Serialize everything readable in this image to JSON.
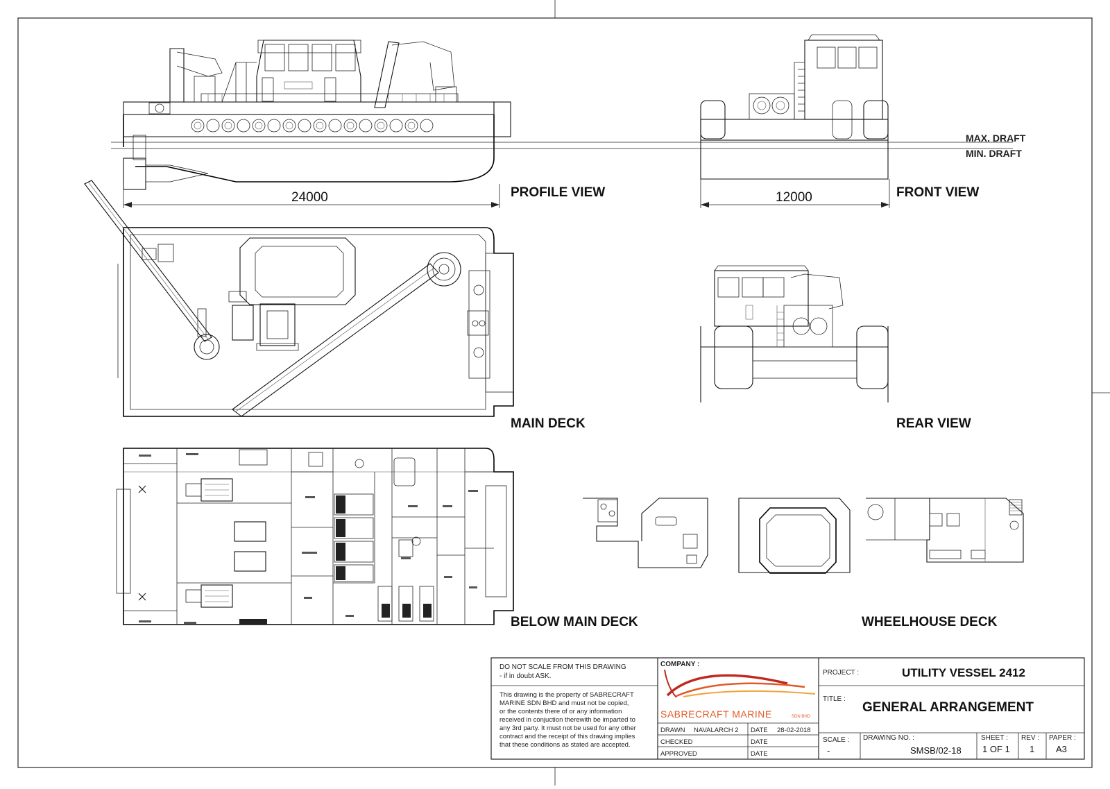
{
  "views": {
    "profile": "PROFILE VIEW",
    "front": "FRONT VIEW",
    "main_deck": "MAIN DECK",
    "rear": "REAR VIEW",
    "below_main_deck": "BELOW MAIN DECK",
    "wheelhouse_deck": "WHEELHOUSE DECK"
  },
  "dimensions": {
    "length": "24000",
    "beam": "12000"
  },
  "draft": {
    "max": "MAX. DRAFT",
    "min": "MIN. DRAFT"
  },
  "title_block": {
    "note_scale": "DO NOT SCALE FROM THIS DRAWING",
    "note_ask": "- if in doubt ASK.",
    "property_lines": [
      "This drawing is the property of SABRECRAFT",
      "MARINE SDN BHD and must not be copied,",
      "or the contents there of or any information",
      "received in conjuction therewith be imparted to",
      "any 3rd party. It must not be used for any other",
      "contract and the receipt of this drawing implies",
      "that these conditions as stated are accepted."
    ],
    "company_label": "COMPANY :",
    "company_name": "SABRECRAFT MARINE",
    "company_suffix": "SDN BHD",
    "drawn_label": "DRAWN",
    "drawn_by": "NAVALARCH 2",
    "checked_label": "CHECKED",
    "approved_label": "APPROVED",
    "date_label": "DATE",
    "drawn_date": "28-02-2018",
    "project_label": "PROJECT :",
    "project": "UTILITY VESSEL 2412",
    "title_label": "TITLE :",
    "title": "GENERAL ARRANGEMENT",
    "scale_label": "SCALE :",
    "scale": "-",
    "drawing_no_label": "DRAWING NO. :",
    "drawing_no": "SMSB/02-18",
    "sheet_label": "SHEET :",
    "sheet": "1 OF 1",
    "rev_label": "REV :",
    "rev": "1",
    "paper_label": "PAPER :",
    "paper": "A3"
  },
  "colors": {
    "logo_orange": "#e05a28",
    "logo_red": "#c0281e",
    "logo_yellow": "#f2a33a"
  }
}
